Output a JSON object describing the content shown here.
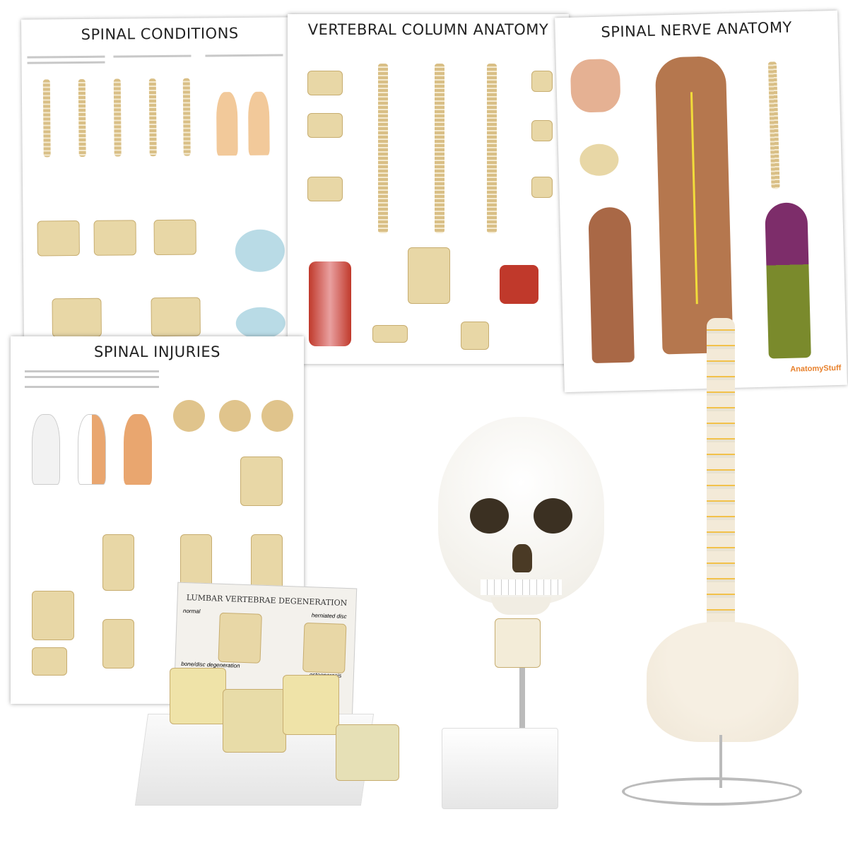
{
  "posters": [
    {
      "title": "SPINAL CONDITIONS"
    },
    {
      "title": "VERTEBRAL COLUMN ANATOMY"
    },
    {
      "title": "SPINAL NERVE ANATOMY"
    },
    {
      "title": "SPINAL INJURIES"
    }
  ],
  "brand": "AnatomyStuff",
  "lumbar_card": {
    "title": "LUMBAR VERTEBRAE DEGENERATION",
    "labels": [
      "normal",
      "herniated disc",
      "bone/disc degeneration",
      "advanced osteoporosis"
    ]
  },
  "colors": {
    "bone": "#e8d7a6",
    "nerve": "#d6332a",
    "skin": "#b5774e",
    "brand": "#e8812c"
  }
}
